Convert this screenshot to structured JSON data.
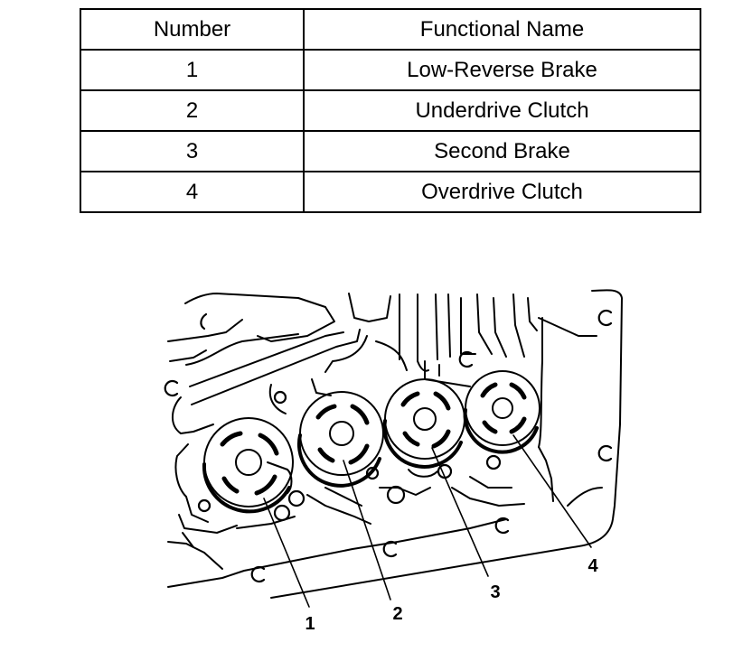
{
  "table": {
    "headers": {
      "number": "Number",
      "name": "Functional Name"
    },
    "rows": [
      {
        "number": "1",
        "name": "Low-Reverse Brake"
      },
      {
        "number": "2",
        "name": "Underdrive Clutch"
      },
      {
        "number": "3",
        "name": "Second Brake"
      },
      {
        "number": "4",
        "name": "Overdrive Clutch"
      }
    ]
  },
  "callouts": [
    "1",
    "2",
    "3",
    "4"
  ],
  "colors": {
    "ink": "#000000",
    "background": "#ffffff"
  }
}
